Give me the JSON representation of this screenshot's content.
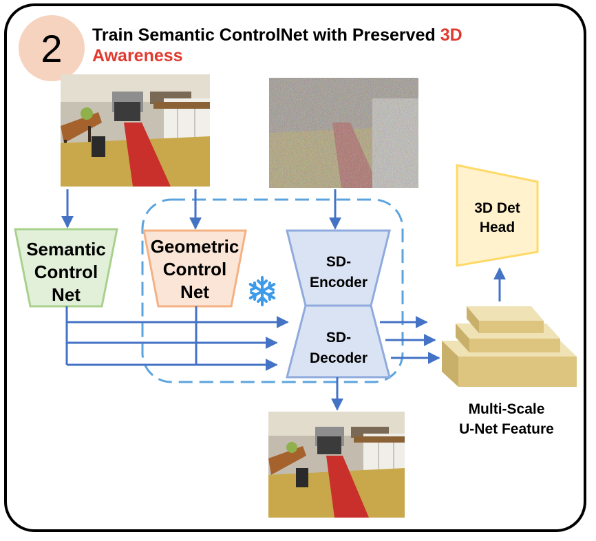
{
  "step_number": "2",
  "title": {
    "main": "Train Semantic ControlNet with Preserved",
    "accent": "3D",
    "line2": "Awareness"
  },
  "modules": {
    "semantic": [
      "Semantic",
      "Control",
      "Net"
    ],
    "geometric": [
      "Geometric",
      "Control",
      "Net"
    ],
    "encoder": [
      "SD-",
      "Encoder"
    ],
    "decoder": [
      "SD-",
      "Decoder"
    ],
    "det_head": [
      "3D Det",
      "Head"
    ],
    "feature_caption": [
      "Multi-Scale",
      "U-Net Feature"
    ]
  },
  "icons": {
    "frozen": "snowflake-icon"
  },
  "colors": {
    "arrow": "#4472c4",
    "accent_red": "#e03a2f",
    "badge": "#f6d3bf",
    "semantic_fill": "#e2f0d9",
    "semantic_stroke": "#a9d18e",
    "geometric_fill": "#fbe5d6",
    "geometric_stroke": "#f4b183",
    "sd_fill": "#dae3f3",
    "sd_stroke": "#8faadc",
    "det_fill": "#fff2cc",
    "det_stroke": "#ffd966",
    "feature_fill": "#e6d08e",
    "dashed_frame": "#5ba3dd",
    "snowflake": "#3d9ae8"
  }
}
